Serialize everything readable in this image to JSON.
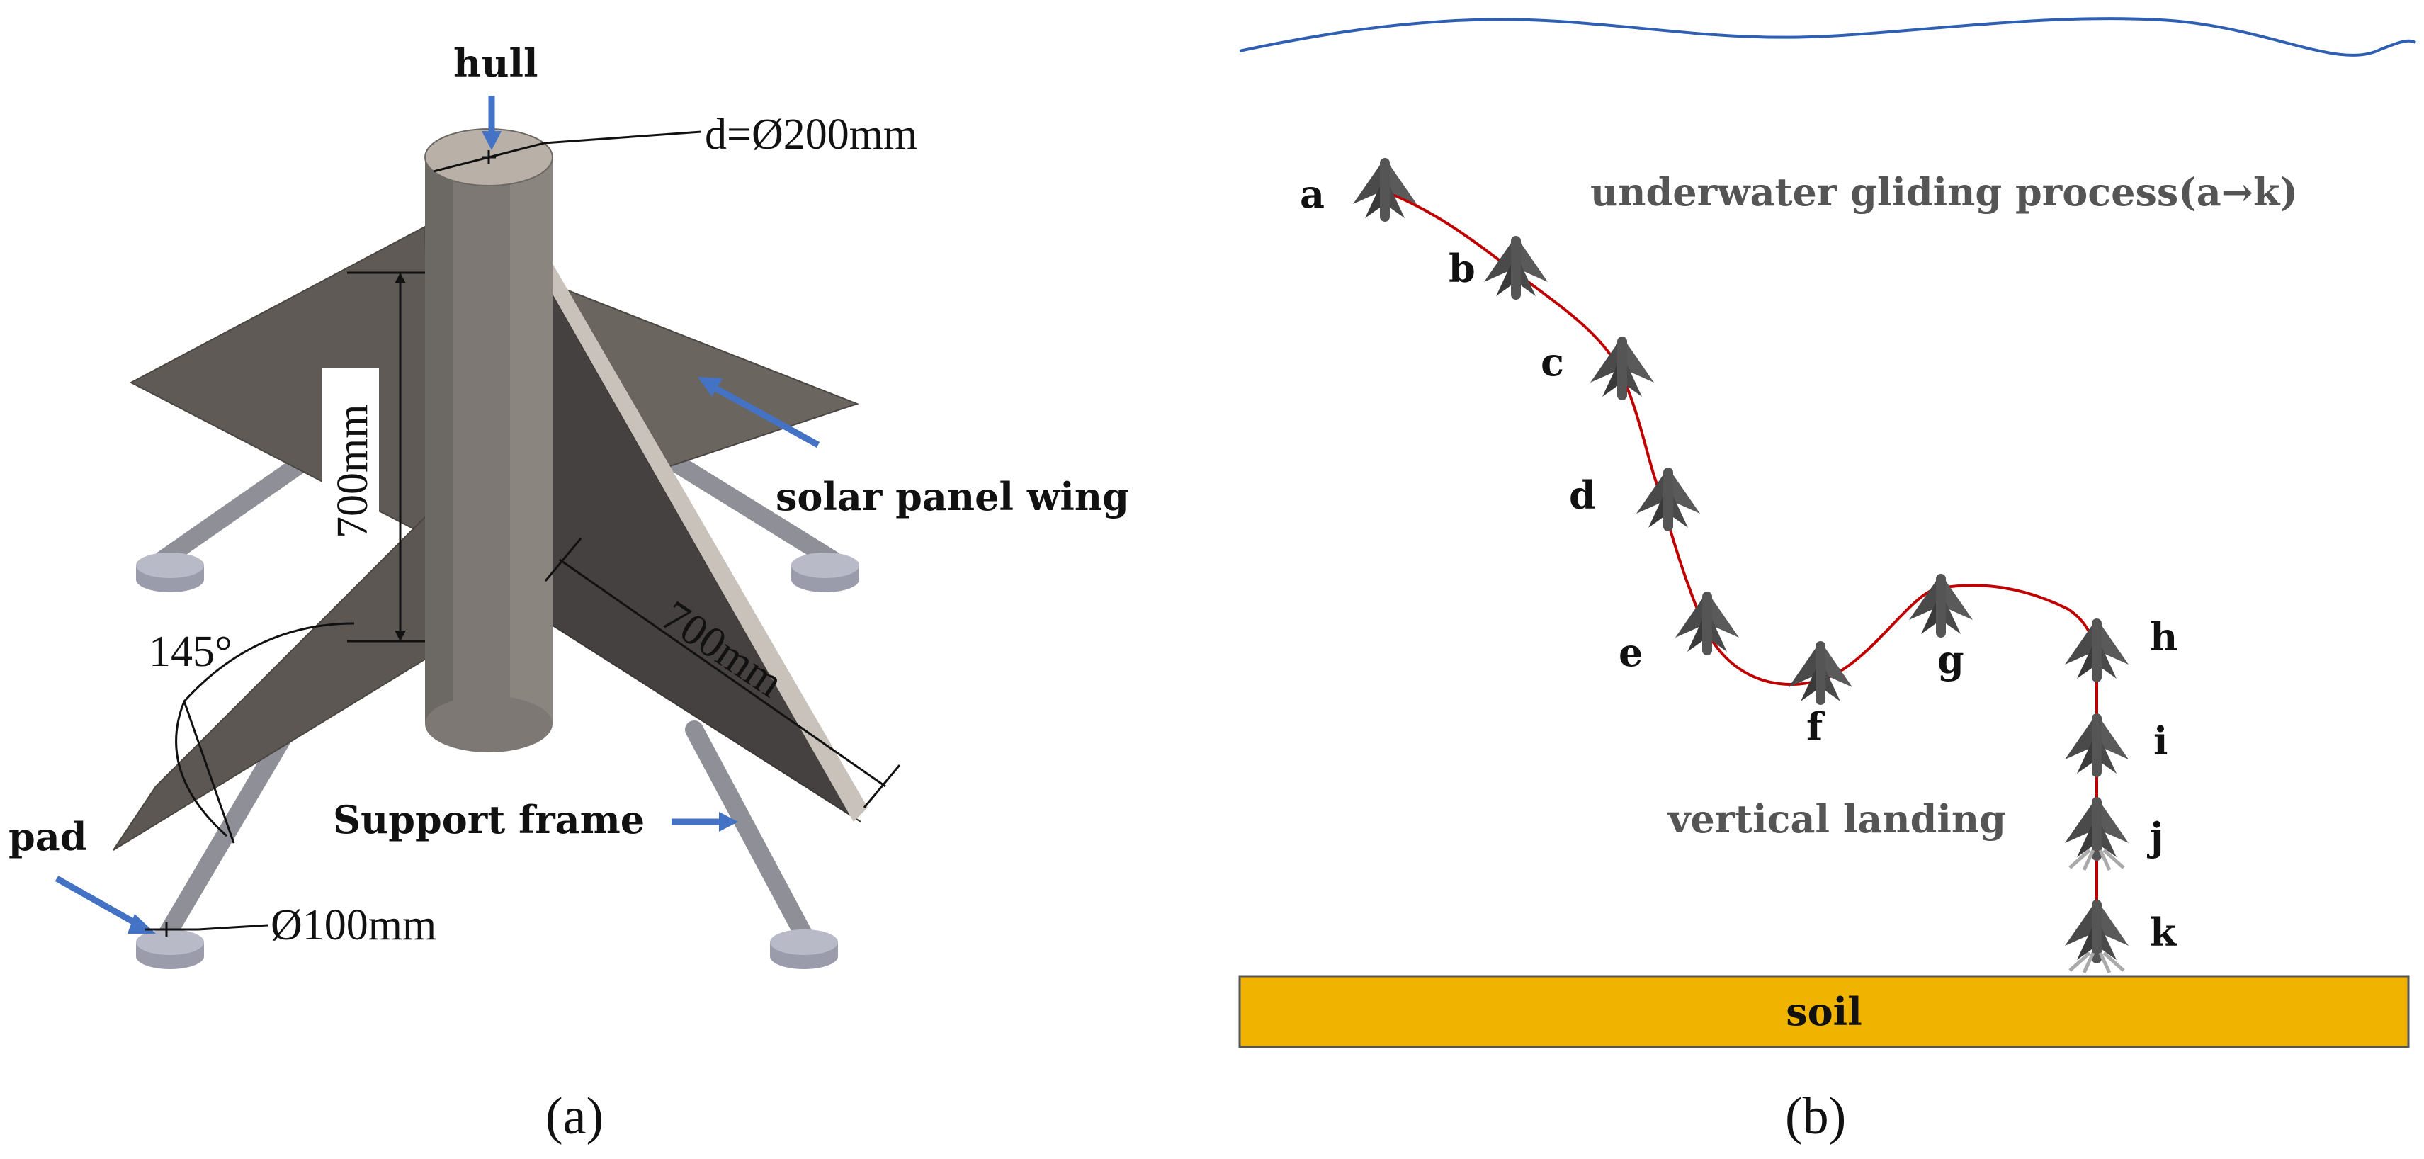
{
  "panel_a": {
    "caption": "(a)",
    "labels": {
      "hull": "hull",
      "diameter": "d=Ø200mm",
      "height": "700mm",
      "wing_length": "700mm",
      "angle": "145°",
      "solar_panel_wing": "solar panel wing",
      "support_frame": "Support frame",
      "pad": "pad",
      "pad_diameter": "Ø100mm"
    }
  },
  "panel_b": {
    "caption": "(b)",
    "title": "underwater gliding process(a→k)",
    "vertical_landing": "vertical landing",
    "soil": "soil",
    "positions": [
      "a",
      "b",
      "c",
      "d",
      "e",
      "f",
      "g",
      "h",
      "i",
      "j",
      "k"
    ]
  },
  "colors": {
    "water_line": "#2f5fb3",
    "trajectory": "#c00000",
    "soil": "#f0b400",
    "arrow": "#4472c4",
    "wing_dark": "#5a5450",
    "hull": "#7d7873"
  }
}
